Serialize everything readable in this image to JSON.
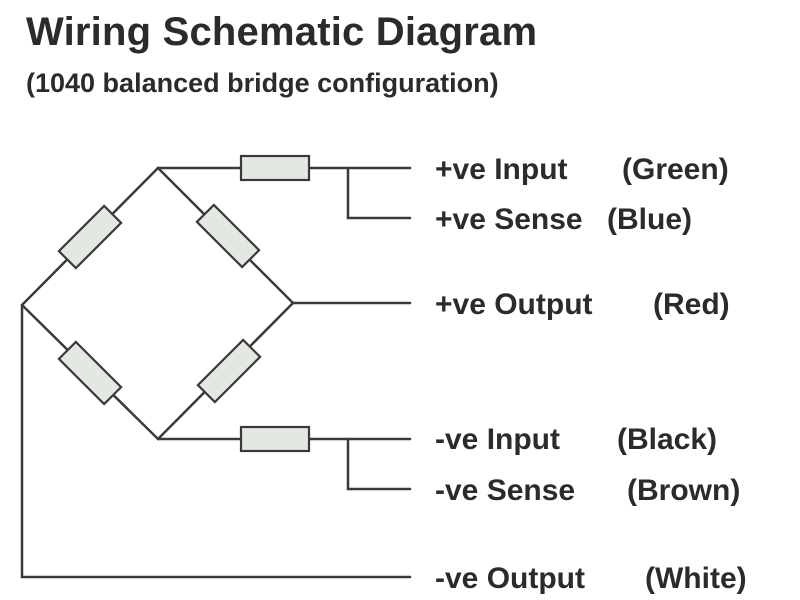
{
  "header": {
    "title": "Wiring Schematic Diagram",
    "subtitle": "(1040 balanced bridge configuration)"
  },
  "colors": {
    "line": "#3a3a3a",
    "resistor_fill": "#e4e8e2",
    "text": "#2b2b2b"
  },
  "connections": [
    {
      "name": "+ve Input",
      "color": "(Green)"
    },
    {
      "name": "+ve Sense",
      "color": "(Blue)"
    },
    {
      "name": "+ve Output",
      "color": "(Red)"
    },
    {
      "name": "-ve Input",
      "color": "(Black)"
    },
    {
      "name": "-ve Sense",
      "color": "(Brown)"
    },
    {
      "name": "-ve Output",
      "color": "(White)"
    }
  ]
}
